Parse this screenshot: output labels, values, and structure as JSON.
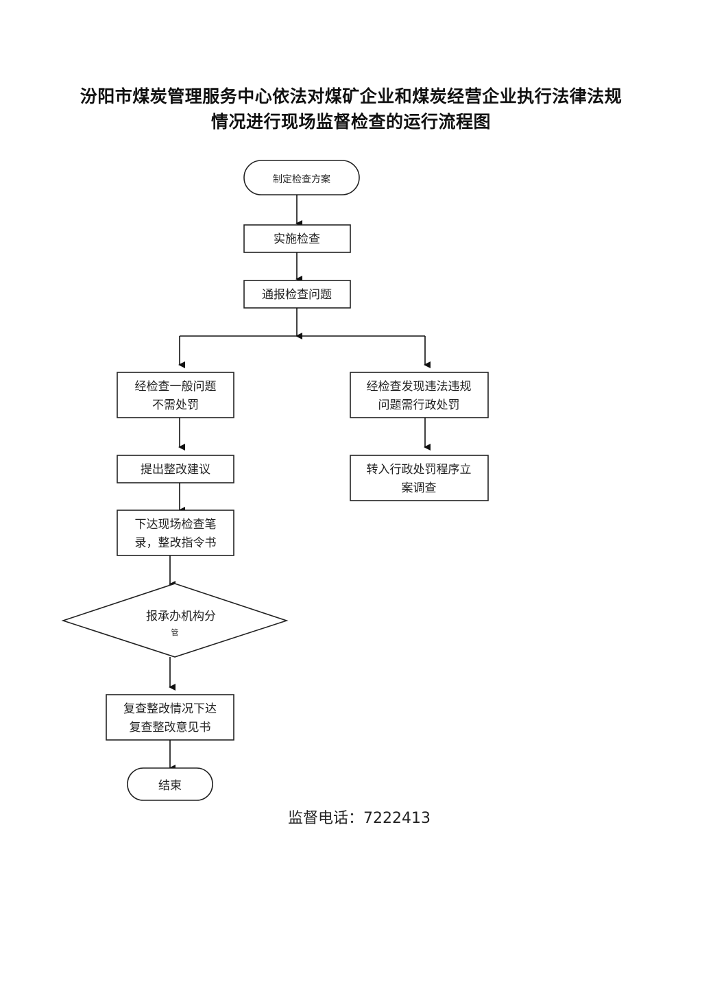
{
  "title": {
    "line1": "汾阳市煤炭管理服务中心依法对煤矿企业和煤炭经营企业执行法律法规",
    "line2": "情况进行现场监督检查的运行流程图"
  },
  "nodes": {
    "start": "制定检查方案",
    "implement": "实施检查",
    "report": "通报检查问题",
    "general_1": "经检查一般问题",
    "general_2": "不需处罚",
    "violation_1": "经检查发现违法违规",
    "violation_2": "问题需行政处罚",
    "suggest": "提出整改建议",
    "transfer_1": "转入行政处罚程序立",
    "transfer_2": "案调查",
    "issue_1": "下达现场检查笔",
    "issue_2": "录，整改指令书",
    "decision_1": "报承办机构分",
    "decision_2": "管",
    "review_1": "复查整改情况下达",
    "review_2": "复查整改意见书",
    "end": "结束"
  },
  "footer": {
    "phone_label": "监督电话：",
    "phone_number": "7222413"
  }
}
